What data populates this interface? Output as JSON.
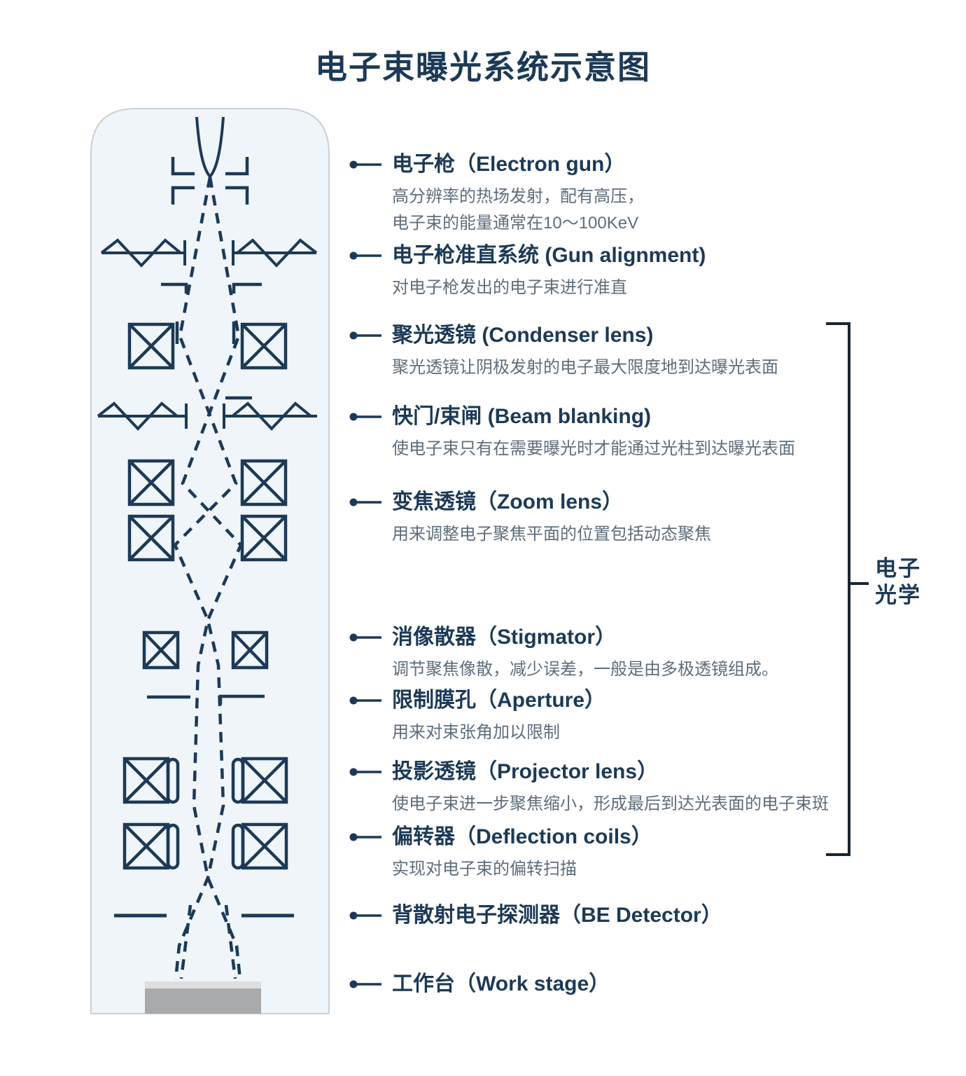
{
  "title": "电子束曝光系统示意图",
  "colors": {
    "navy": "#1c3a57",
    "desc": "#5e6d7b",
    "column_fill": "#f0f5f9",
    "column_border": "#c8d1d9",
    "stage_top": "#dcdee0",
    "stage_body": "#a8aaac",
    "bracket": "#1b2531"
  },
  "labels": [
    {
      "title": "电子枪（Electron gun）",
      "desc_lines": [
        "高分辨率的热场发射，配有高压，",
        "电子束的能量通常在10～100KeV"
      ]
    },
    {
      "title": "电子枪准直系统 (Gun alignment)",
      "desc_lines": [
        "对电子枪发出的电子束进行准直"
      ]
    },
    {
      "title": "聚光透镜 (Condenser lens)",
      "desc_lines": [
        "聚光透镜让阴极发射的电子最大限度地到达曝光表面"
      ]
    },
    {
      "title": "快门/束闸 (Beam blanking)",
      "desc_lines": [
        "使电子束只有在需要曝光时才能通过光柱到达曝光表面"
      ]
    },
    {
      "title": "变焦透镜（Zoom lens）",
      "desc_lines": [
        "用来调整电子聚焦平面的位置包括动态聚焦"
      ]
    },
    {
      "title": "消像散器（Stigmator）",
      "desc_lines": [
        "调节聚焦像散，减少误差，一般是由多极透镜组成。"
      ]
    },
    {
      "title": "限制膜孔（Aperture）",
      "desc_lines": [
        "用来对束张角加以限制"
      ]
    },
    {
      "title": "投影透镜（Projector lens）",
      "desc_lines": [
        "使电子束进一步聚焦缩小，形成最后到达光表面的电子束斑"
      ]
    },
    {
      "title": "偏转器（Deflection coils）",
      "desc_lines": [
        "实现对电子束的偏转扫描"
      ]
    },
    {
      "title": "背散射电子探测器（BE Detector）",
      "desc_lines": []
    },
    {
      "title": "工作台（Work stage）",
      "desc_lines": []
    }
  ],
  "bracket": {
    "lines": [
      "电子",
      "光学"
    ]
  }
}
